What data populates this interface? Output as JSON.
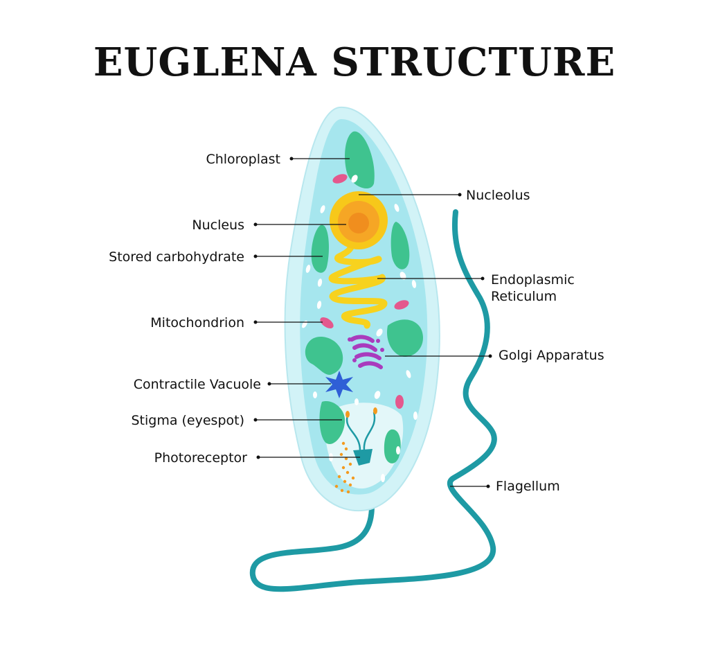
{
  "title": "EUGLENA STRUCTURE",
  "labels": {
    "chloroplast": "Chloroplast",
    "nucleolus": "Nucleolus",
    "nucleus": "Nucleus",
    "stored_carbohydrate": "Stored carbohydrate",
    "endoplasmic_reticulum_line1": "Endoplasmic",
    "endoplasmic_reticulum_line2": "Reticulum",
    "mitochondrion": "Mitochondrion",
    "golgi_apparatus": "Golgi Apparatus",
    "contractile_vacuole": "Contractile Vacuole",
    "stigma": "Stigma (eyespot)",
    "photoreceptor": "Photoreceptor",
    "flagellum": "Flagellum"
  },
  "colors": {
    "outer_membrane": "#d2f3f7",
    "cytoplasm": "#a6e6ee",
    "chloroplast": "#3fc38f",
    "nucleus": "#f7c81a",
    "nucleolus": "#f08e1e",
    "er": "#f7d21e",
    "golgi": "#a93bbd",
    "mitochondrion": "#e4588d",
    "vacuole": "#2f5fd6",
    "flagellum": "#1e9aa4",
    "stigma": "#f39a1e"
  }
}
